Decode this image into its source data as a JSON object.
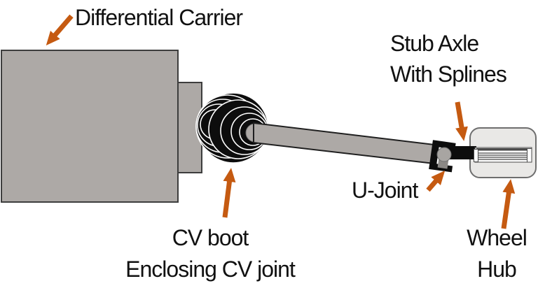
{
  "diagram": {
    "title_context": "Drive axle components diagram",
    "labels": {
      "differential_carrier": "Differential Carrier",
      "stub_axle_line1": "Stub Axle",
      "stub_axle_line2": "With Splines",
      "cv_boot_line1": "CV boot",
      "cv_boot_line2": "Enclosing CV joint",
      "u_joint": "U-Joint",
      "wheel_hub_line1": "Wheel",
      "wheel_hub_line2": "Hub"
    },
    "colors": {
      "arrow_orange": "#C55A11",
      "metal_gray": "#ADA9A6",
      "outline_dark": "#1F1F1F",
      "carrier_border": "#3D3D3D",
      "boot_black": "#0D0D0D",
      "boot_rim_white": "#FFFFFF",
      "hub_fill": "#E9E8E6",
      "hub_border": "#6E6E6E",
      "spline_line": "#4A4A4A",
      "journal_gray": "#A8A5A2",
      "text": "#111111",
      "background": "#FFFFFF"
    }
  }
}
